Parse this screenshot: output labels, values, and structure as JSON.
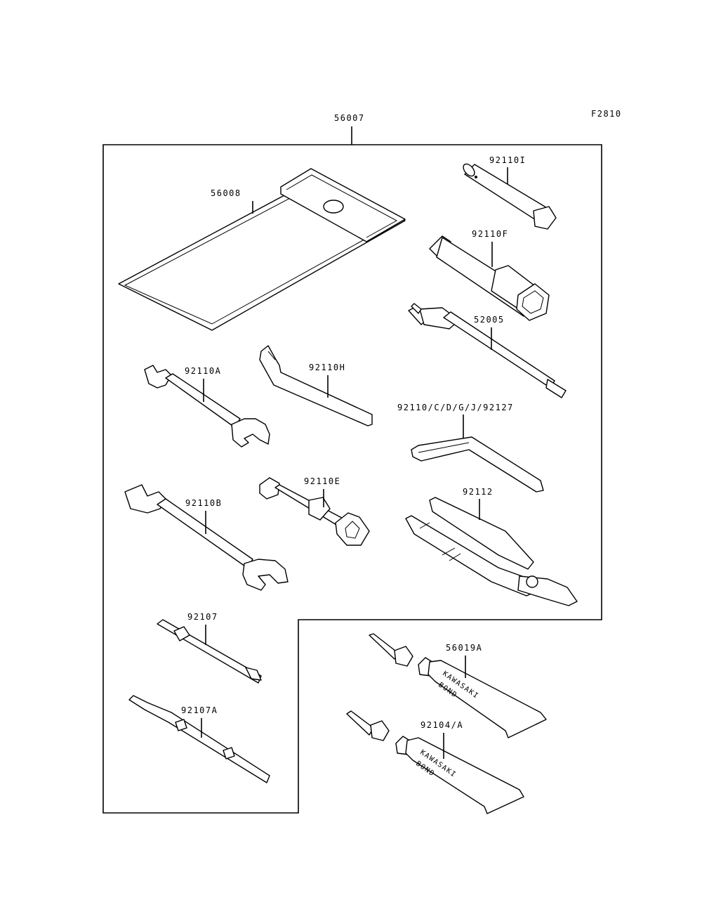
{
  "figure_code": "F2810",
  "kit_number": "56007",
  "parts": [
    {
      "id": "p56008",
      "label": "56008"
    },
    {
      "id": "p92110I",
      "label": "92110I"
    },
    {
      "id": "p92110F",
      "label": "92110F"
    },
    {
      "id": "p52005",
      "label": "52005"
    },
    {
      "id": "p92110A",
      "label": "92110A"
    },
    {
      "id": "p92110H",
      "label": "92110H"
    },
    {
      "id": "p92110CDGJ",
      "label": "92110/C/D/G/J/92127"
    },
    {
      "id": "p92110B",
      "label": "92110B"
    },
    {
      "id": "p92110E",
      "label": "92110E"
    },
    {
      "id": "p92112",
      "label": "92112"
    },
    {
      "id": "p92107",
      "label": "92107"
    },
    {
      "id": "p92107A",
      "label": "92107A"
    },
    {
      "id": "p56019A",
      "label": "56019A"
    },
    {
      "id": "p92104A",
      "label": "92104/A"
    }
  ],
  "tube_text": {
    "brand": "KAWASAKI",
    "product": "BOND"
  }
}
